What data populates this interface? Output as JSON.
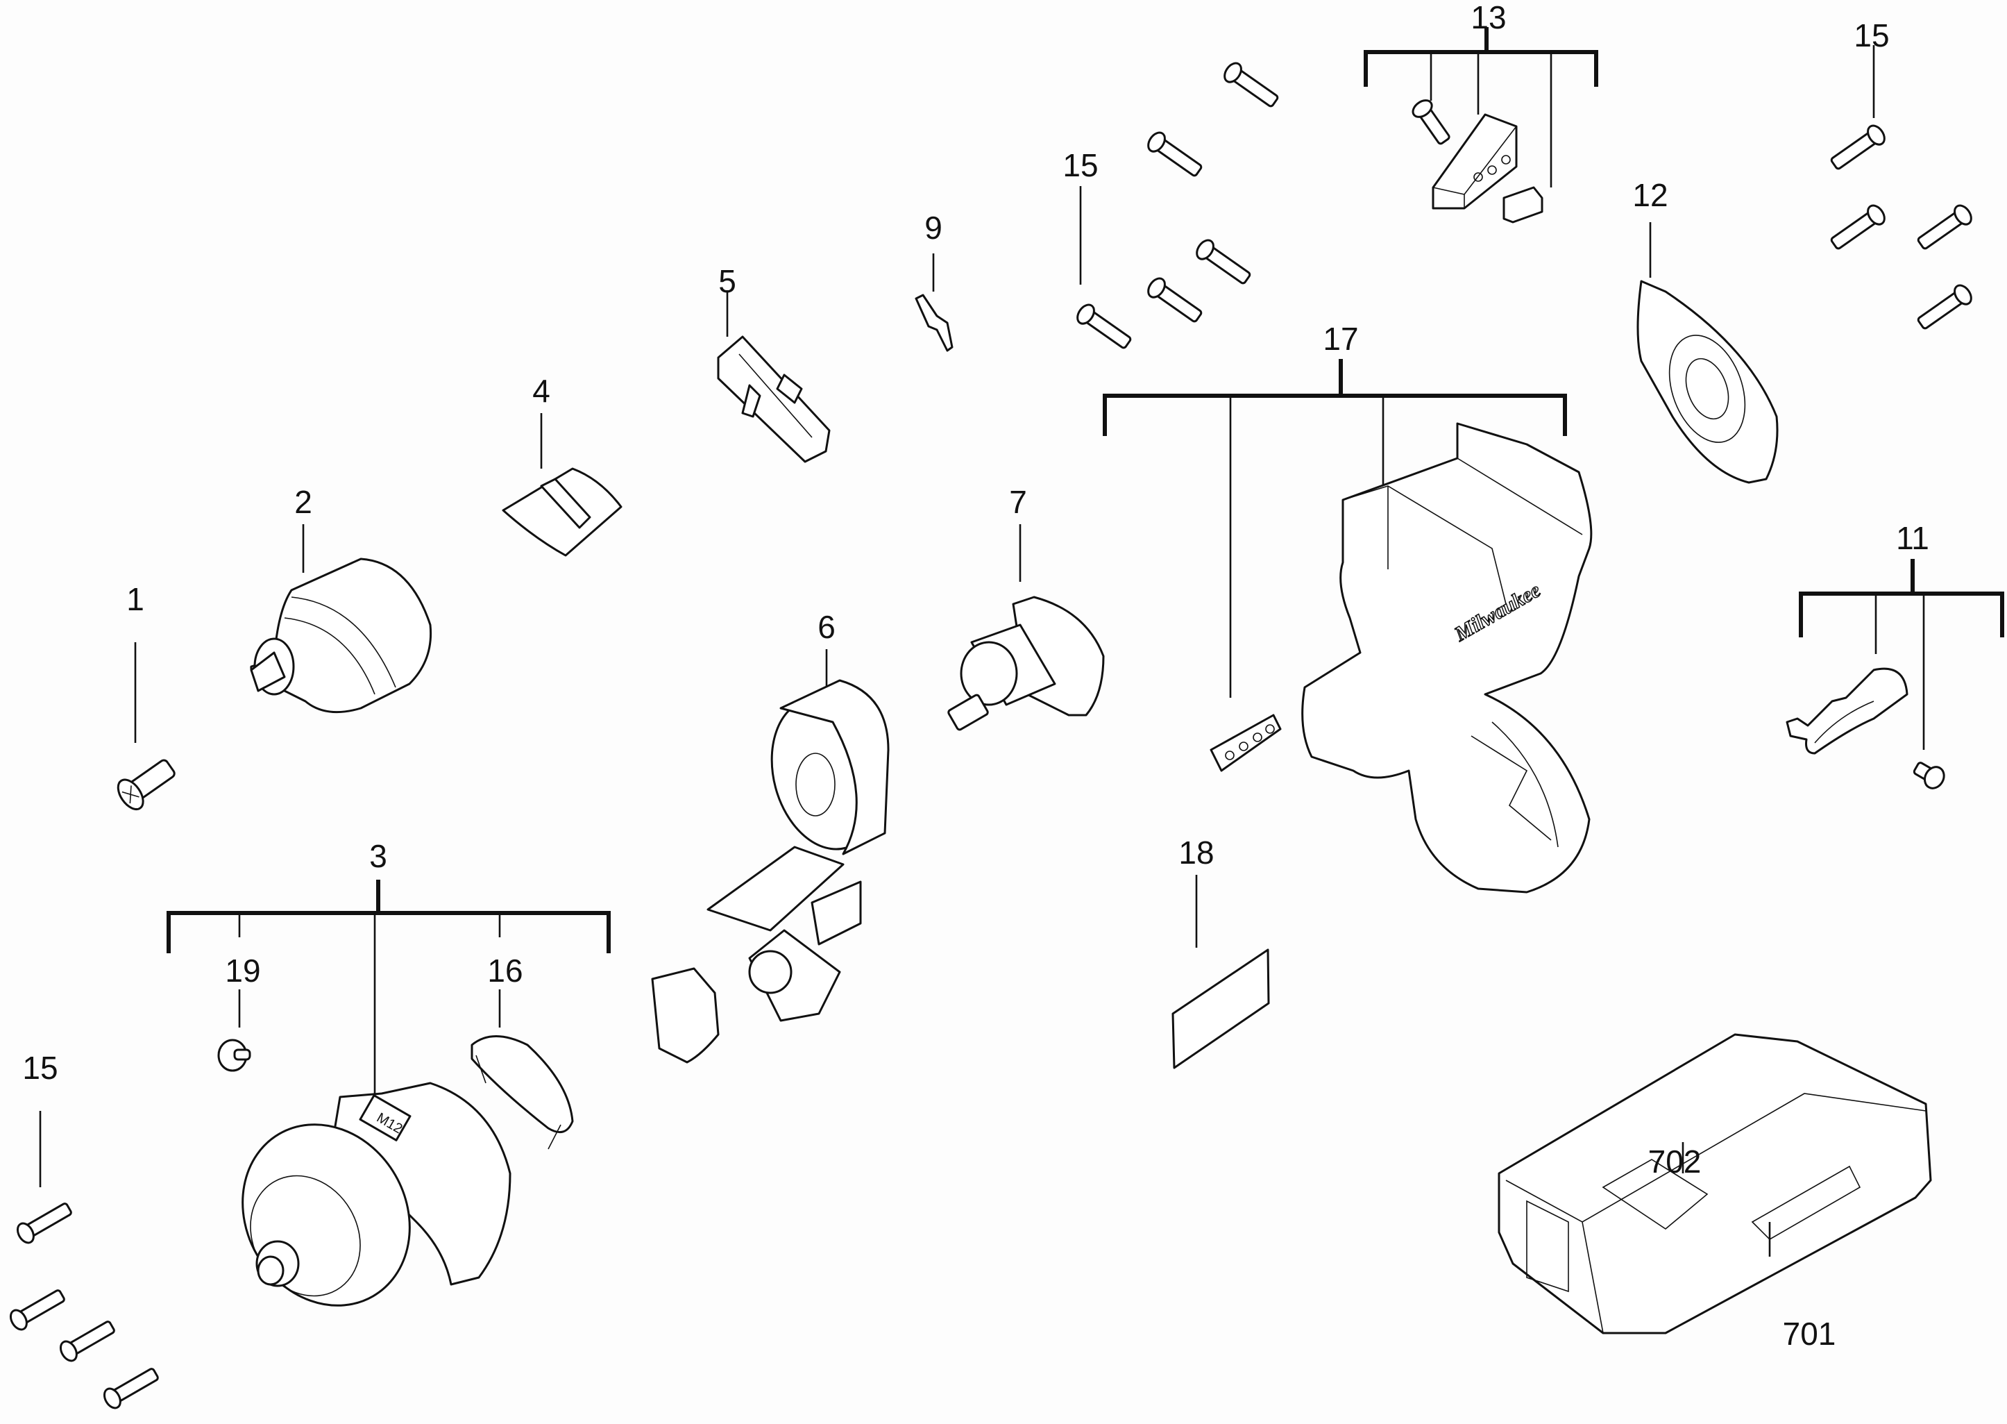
{
  "diagram": {
    "title": "Exploded parts diagram",
    "callouts": [
      {
        "id": "c1",
        "label": "1",
        "part": "screw"
      },
      {
        "id": "c2",
        "label": "2",
        "part": "keyless chuck"
      },
      {
        "id": "c3",
        "label": "3",
        "part": "gearbox assembly"
      },
      {
        "id": "c4",
        "label": "4",
        "part": "mode selector"
      },
      {
        "id": "c5",
        "label": "5",
        "part": "forward/reverse switch"
      },
      {
        "id": "c6",
        "label": "6",
        "part": "stator and electronics assembly"
      },
      {
        "id": "c7",
        "label": "7",
        "part": "rotor"
      },
      {
        "id": "c9",
        "label": "9",
        "part": "spring"
      },
      {
        "id": "c11",
        "label": "11",
        "part": "belt clip kit"
      },
      {
        "id": "c12",
        "label": "12",
        "part": "end cap"
      },
      {
        "id": "c13",
        "label": "13",
        "part": "terminal block kit"
      },
      {
        "id": "c15a",
        "label": "15",
        "part": "screws"
      },
      {
        "id": "c15b",
        "label": "15",
        "part": "screws"
      },
      {
        "id": "c15c",
        "label": "15",
        "part": "screws"
      },
      {
        "id": "c16",
        "label": "16",
        "part": "clip"
      },
      {
        "id": "c17",
        "label": "17",
        "part": "housing set"
      },
      {
        "id": "c18",
        "label": "18",
        "part": "label"
      },
      {
        "id": "c19",
        "label": "19",
        "part": "pin"
      },
      {
        "id": "c701",
        "label": "701",
        "part": "carrying case"
      },
      {
        "id": "c702",
        "label": "702",
        "part": "case insert"
      }
    ],
    "housing_brand_text": "Milwaukee",
    "gearbox_badge_text": "M12"
  }
}
